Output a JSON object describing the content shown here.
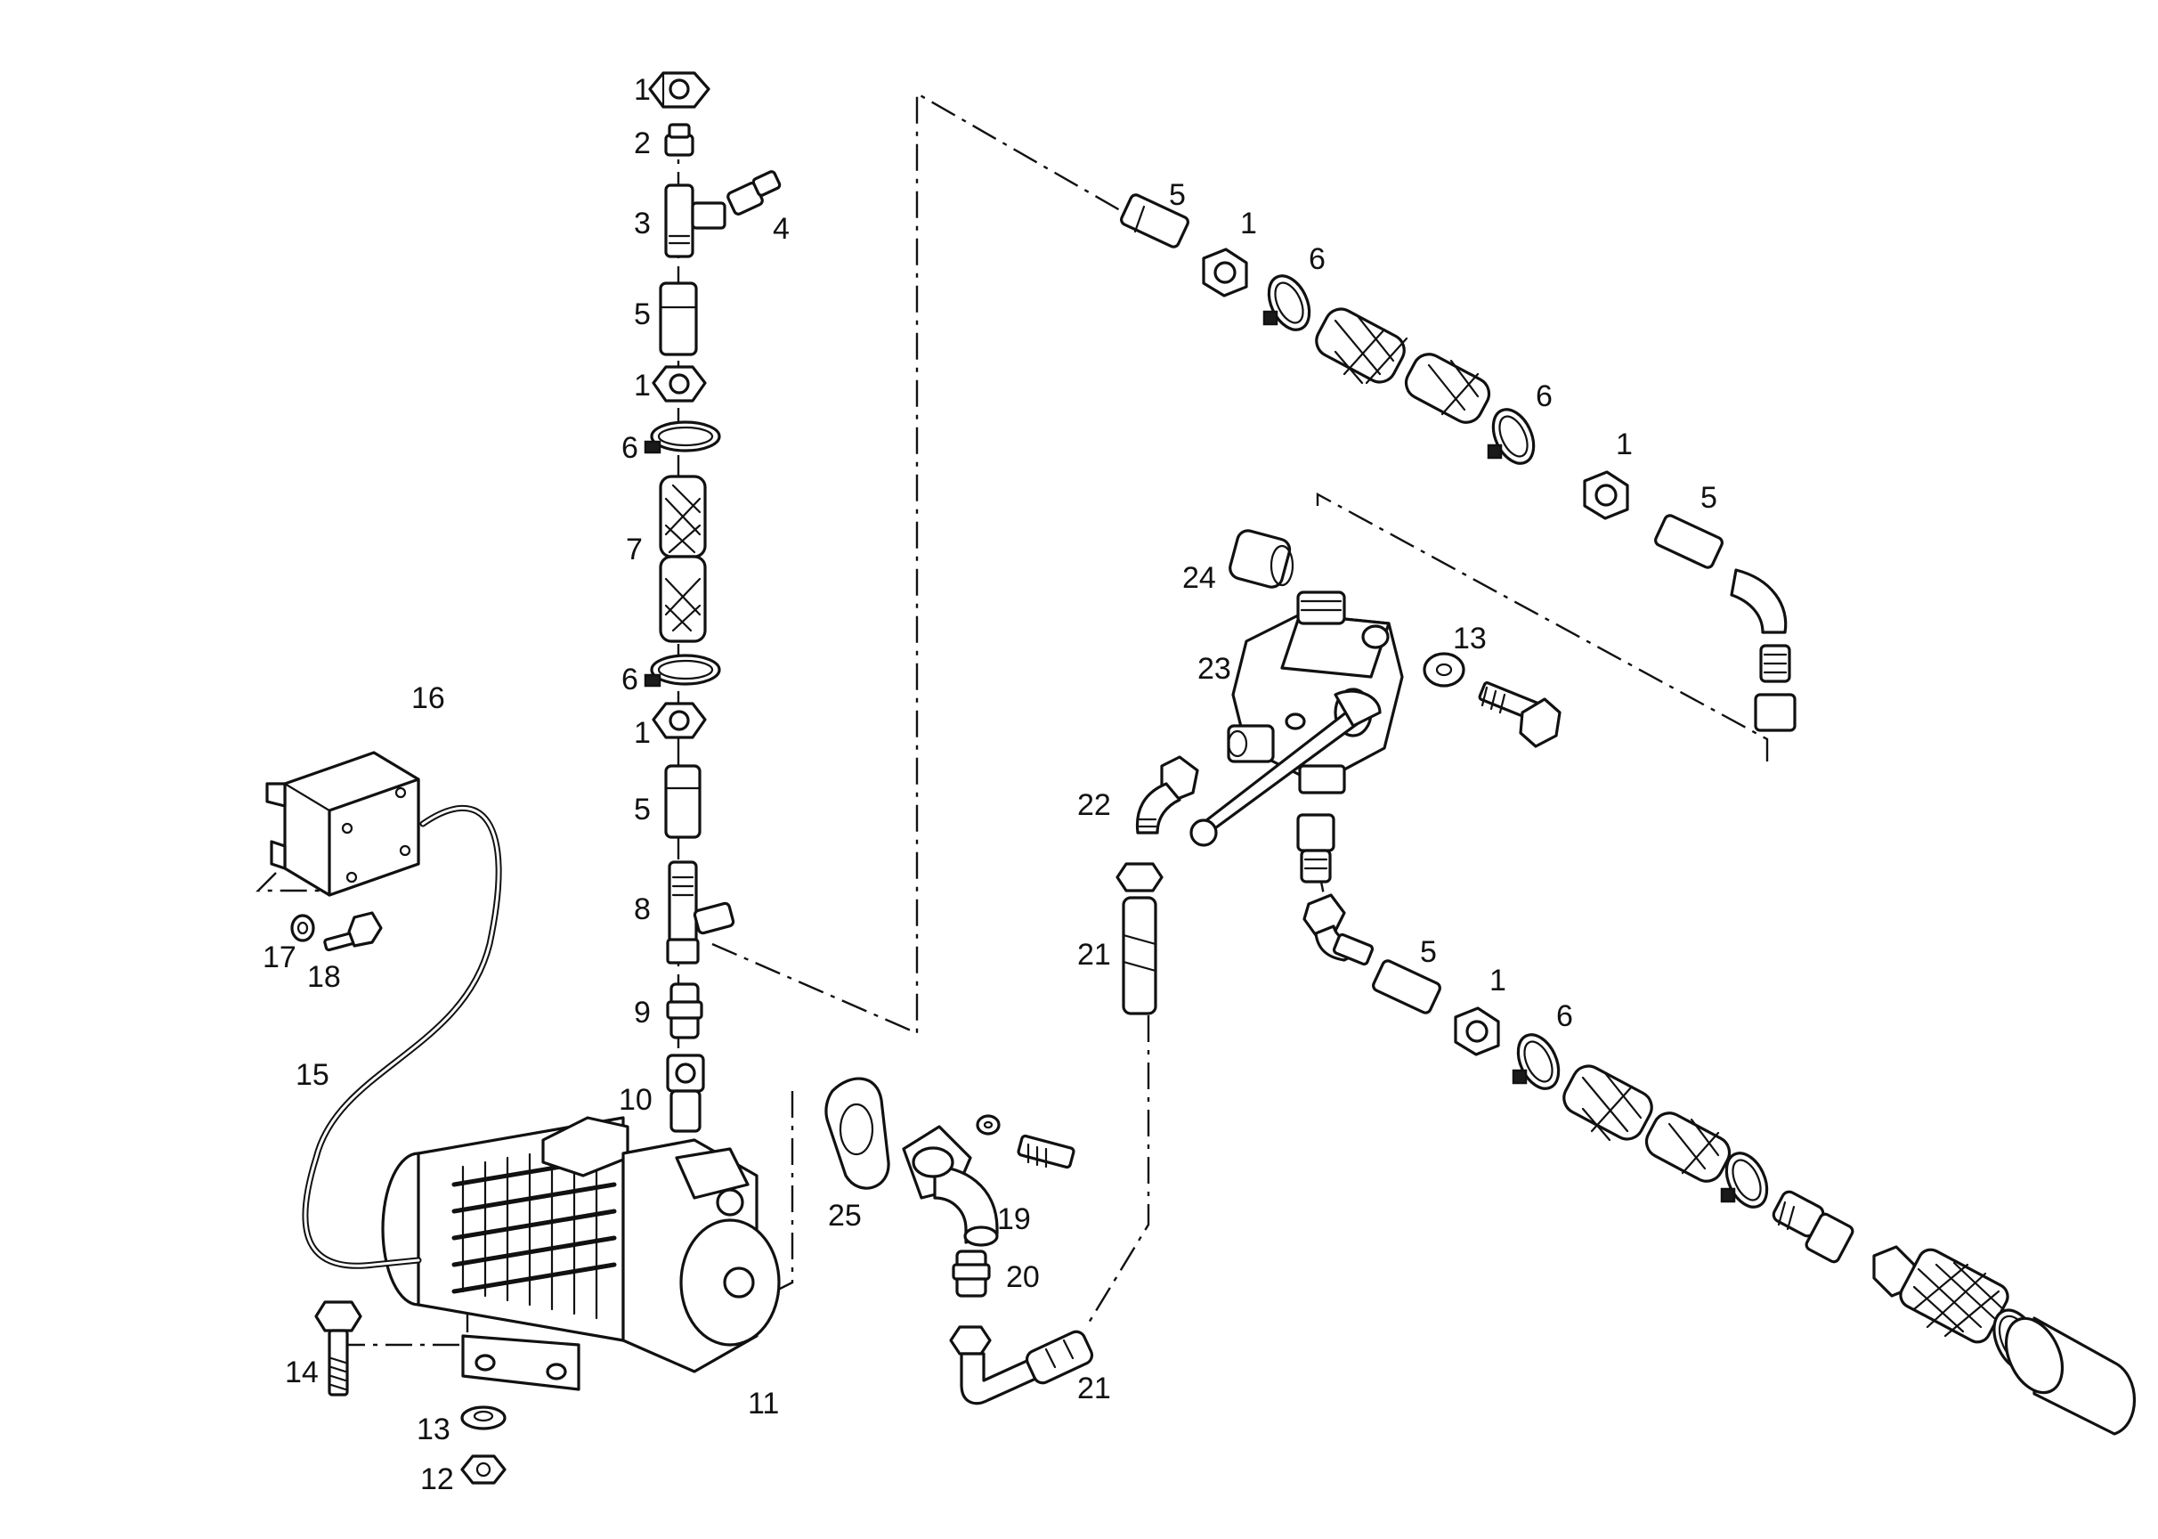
{
  "callouts": {
    "c1a": "1",
    "c2": "2",
    "c3": "3",
    "c4": "4",
    "c5a": "5",
    "c1b": "1",
    "c6a": "6",
    "c7": "7",
    "c6b": "6",
    "c1c": "1",
    "c5b": "5",
    "c8": "8",
    "c9": "9",
    "c10": "10",
    "c11": "11",
    "c12": "12",
    "c13a": "13",
    "c14": "14",
    "c15": "15",
    "c16": "16",
    "c17": "17",
    "c18": "18",
    "c19": "19",
    "c20": "20",
    "c21a": "21",
    "c21b": "21",
    "c22": "22",
    "c23": "23",
    "c24": "24",
    "c25": "25",
    "c13b": "13",
    "c5c": "5",
    "c1d": "1",
    "c6c": "6",
    "c6d": "6",
    "c1e": "1",
    "c5d": "5",
    "c5e": "5",
    "c1f": "1",
    "c6e": "6"
  },
  "colors": {
    "line": "#111111",
    "background": "#ffffff"
  }
}
